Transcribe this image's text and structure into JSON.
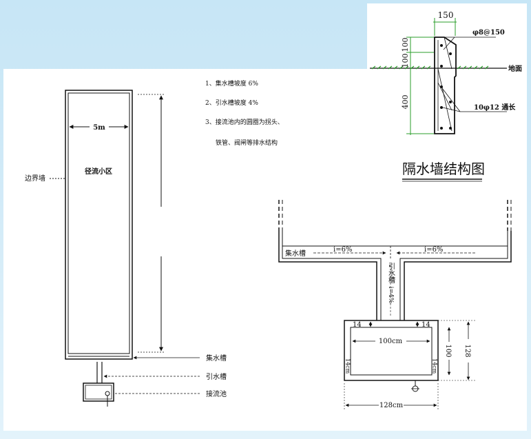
{
  "notes": [
    "1、集水槽坡度 6%",
    "2、引水槽坡度 4%",
    "3、接流池内的圆圈为拐头、",
    "铁管、阀闸等排水结构"
  ],
  "left_plan": {
    "boundary_label": "边界墙",
    "area_label": "径流小区",
    "width_label": "5m",
    "collector_label": "集水槽",
    "diversion_label": "引水槽",
    "tank_label": "接流池"
  },
  "wall_detail": {
    "dim_top": "150",
    "dim_100a": "100",
    "dim_100b": "100",
    "dim_400": "400",
    "rebar_top": "φ8@150",
    "rebar_bottom": "10φ12 通长",
    "ground_label": "地面",
    "title": "隔水墙结构图"
  },
  "right_detail": {
    "collector_label": "集水槽",
    "slope_left": "i=6%",
    "slope_right": "i=6%",
    "diversion_label": "引水槽",
    "diversion_slope": "i=4%",
    "dim_14_left": "14",
    "dim_14_right": "14",
    "dim_100cm": "100cm",
    "dim_14cm_left": "14cm",
    "dim_14cm_right": "14cm",
    "dim_100": "100",
    "dim_128": "128",
    "dim_128cm": "128cm"
  }
}
